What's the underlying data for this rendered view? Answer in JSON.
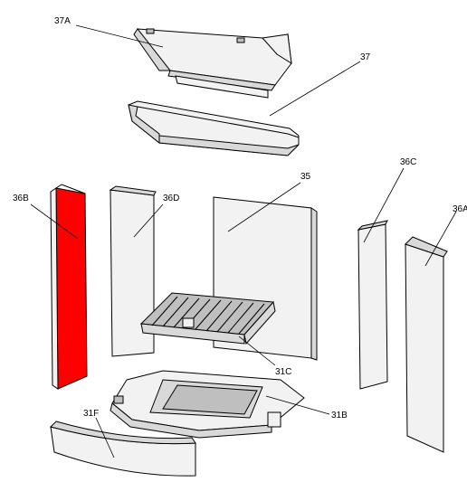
{
  "diagram": {
    "highlight_color": "#ff0000",
    "labels": {
      "p37A": "37A",
      "p37": "37",
      "p36B": "36B",
      "p36D": "36D",
      "p35": "35",
      "p36C": "36C",
      "p36A": "36A",
      "p31C": "31C",
      "p31B": "31B",
      "p31F": "31F"
    }
  }
}
